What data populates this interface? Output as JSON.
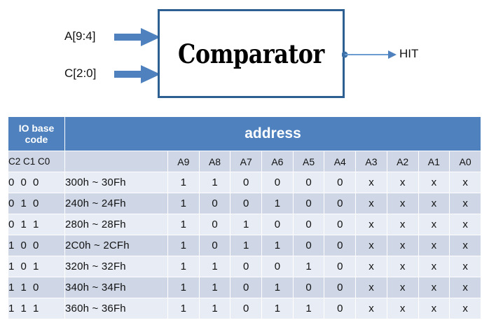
{
  "diagram": {
    "block_label": "Comparator",
    "inputs": [
      {
        "label": "A[9:4]",
        "icon": "block-arrow-right-icon"
      },
      {
        "label": "C[2:0]",
        "icon": "block-arrow-right-icon"
      }
    ],
    "output": {
      "label": "HIT",
      "icon": "arrow-right-icon"
    },
    "colors": {
      "box_border": "#2E5F92",
      "arrow_fill": "#4E81BD",
      "wire": "#4E81BD"
    }
  },
  "table": {
    "headers": {
      "io_base_code": "IO base code",
      "address": "address",
      "code_bits": "C2 C1 C0",
      "range_blank": "",
      "bit_columns": [
        "A9",
        "A8",
        "A7",
        "A6",
        "A5",
        "A4",
        "A3",
        "A2",
        "A1",
        "A0"
      ]
    },
    "colors": {
      "header_blue": "#4E81BD",
      "row_light": "#E8ECF5",
      "row_dark": "#CFD7E6"
    },
    "rows": [
      {
        "code": "0 0 0",
        "range": "300h ~ 30Fh",
        "bits": [
          "1",
          "1",
          "0",
          "0",
          "0",
          "0",
          "x",
          "x",
          "x",
          "x"
        ]
      },
      {
        "code": "0 1 0",
        "range": "240h ~ 24Fh",
        "bits": [
          "1",
          "0",
          "0",
          "1",
          "0",
          "0",
          "x",
          "x",
          "x",
          "x"
        ]
      },
      {
        "code": "0 1 1",
        "range": "280h ~ 28Fh",
        "bits": [
          "1",
          "0",
          "1",
          "0",
          "0",
          "0",
          "x",
          "x",
          "x",
          "x"
        ]
      },
      {
        "code": "1 0 0",
        "range": "2C0h ~ 2CFh",
        "bits": [
          "1",
          "0",
          "1",
          "1",
          "0",
          "0",
          "x",
          "x",
          "x",
          "x"
        ]
      },
      {
        "code": "1 0 1",
        "range": "320h ~ 32Fh",
        "bits": [
          "1",
          "1",
          "0",
          "0",
          "1",
          "0",
          "x",
          "x",
          "x",
          "x"
        ]
      },
      {
        "code": "1 1 0",
        "range": "340h ~ 34Fh",
        "bits": [
          "1",
          "1",
          "0",
          "1",
          "0",
          "0",
          "x",
          "x",
          "x",
          "x"
        ]
      },
      {
        "code": "1 1 1",
        "range": "360h ~ 36Fh",
        "bits": [
          "1",
          "1",
          "0",
          "1",
          "1",
          "0",
          "x",
          "x",
          "x",
          "x"
        ]
      }
    ]
  }
}
